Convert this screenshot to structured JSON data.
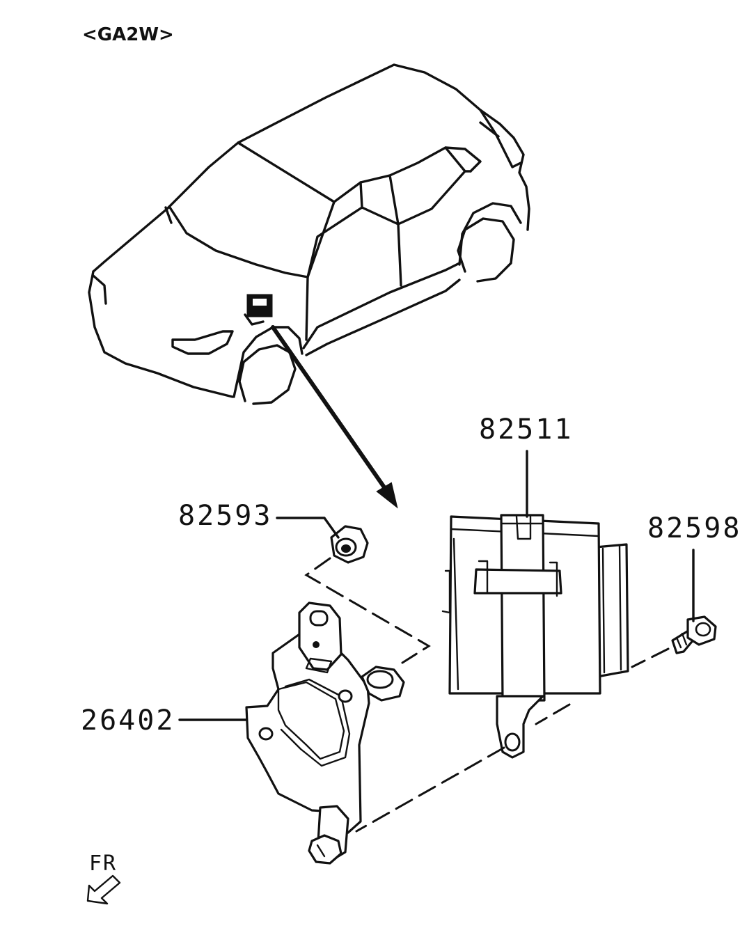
{
  "diagram": {
    "model_code": "<GA2W>",
    "direction_label": "FR",
    "parts": {
      "ecu": "82511",
      "nut": "82593",
      "bolt": "82598",
      "bracket": "26402"
    },
    "icons": {
      "vehicle": "suv-outline-icon",
      "location_arrow": "leader-arrow-icon",
      "front_arrow": "front-direction-arrow-icon"
    },
    "colors": {
      "line": "#111111",
      "background": "#ffffff"
    }
  }
}
